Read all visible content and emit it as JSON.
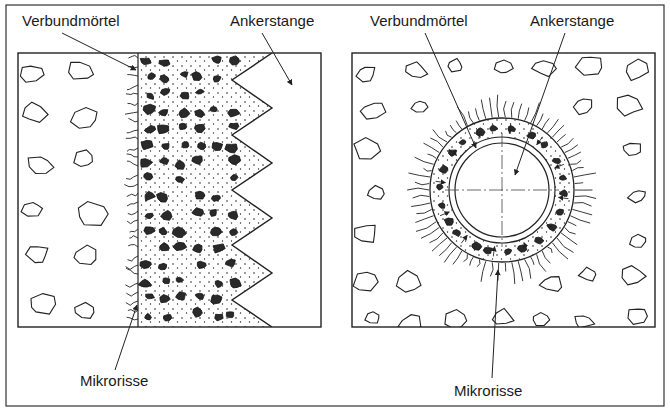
{
  "diagram": {
    "labels": [
      "Verbundmörtel",
      "Ankerstange",
      "Mikrorisse",
      "Verbundmörtel",
      "Ankerstange",
      "Mikrorisse"
    ]
  }
}
